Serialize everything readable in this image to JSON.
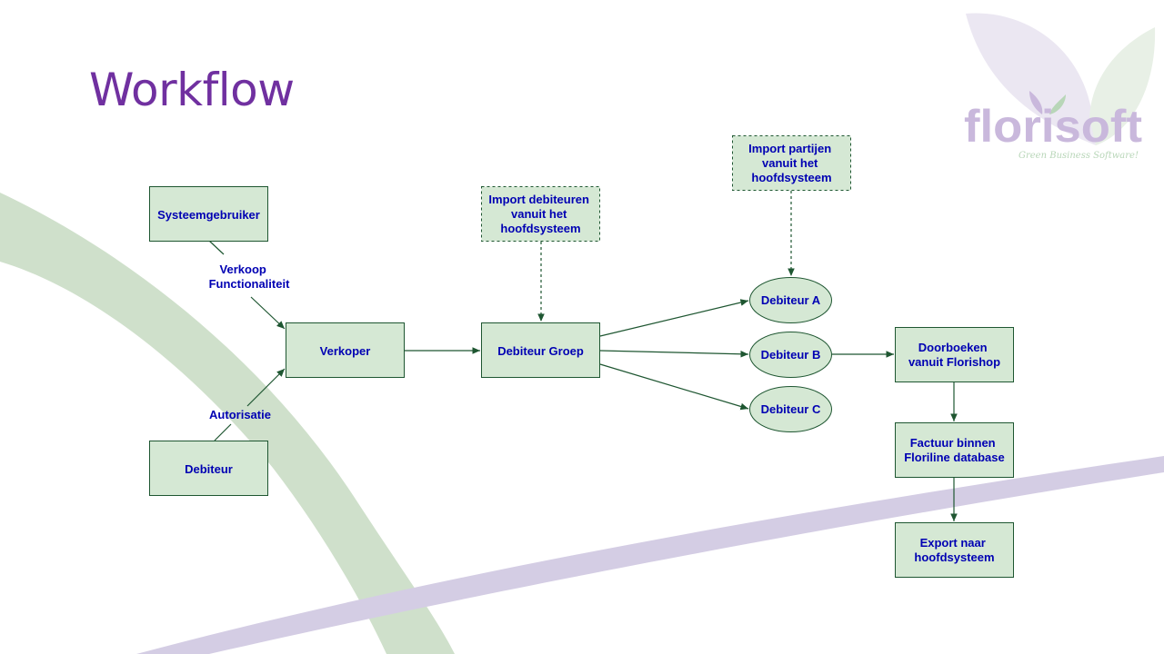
{
  "slide": {
    "title": "Workflow"
  },
  "logo": {
    "name": "florisoft",
    "tagline": "Green Business Software!"
  },
  "colors": {
    "title": "#7030a0",
    "node_fill": "#d5e8d4",
    "node_stroke": "#1e5631",
    "text": "#0000b3",
    "edge": "#1e5631",
    "green_arc": "#cfe0cb",
    "purple_band": "#d4cde4"
  },
  "nodes": {
    "systeemgebruiker": {
      "lines": [
        "Systeemgebruiker"
      ]
    },
    "verkoper": {
      "lines": [
        "Verkoper"
      ]
    },
    "debiteur": {
      "lines": [
        "Debiteur"
      ]
    },
    "import_debiteuren": {
      "lines": [
        "Import debiteuren",
        "vanuit het",
        "hoofdsysteem"
      ]
    },
    "debiteur_groep": {
      "lines": [
        "Debiteur Groep"
      ]
    },
    "import_partijen": {
      "lines": [
        "Import partijen",
        "vanuit het",
        "hoofdsysteem"
      ]
    },
    "debiteur_a": {
      "lines": [
        "Debiteur A"
      ]
    },
    "debiteur_b": {
      "lines": [
        "Debiteur B"
      ]
    },
    "debiteur_c": {
      "lines": [
        "Debiteur C"
      ]
    },
    "doorboeken": {
      "lines": [
        "Doorboeken",
        "vanuit Florishop"
      ]
    },
    "factuur": {
      "lines": [
        "Factuur binnen",
        "Floriline database"
      ]
    },
    "export": {
      "lines": [
        "Export naar",
        "hoofdsysteem"
      ]
    }
  },
  "edge_labels": {
    "verkoop": [
      "Verkoop",
      "Functionaliteit"
    ],
    "autorisatie": [
      "Autorisatie"
    ]
  }
}
